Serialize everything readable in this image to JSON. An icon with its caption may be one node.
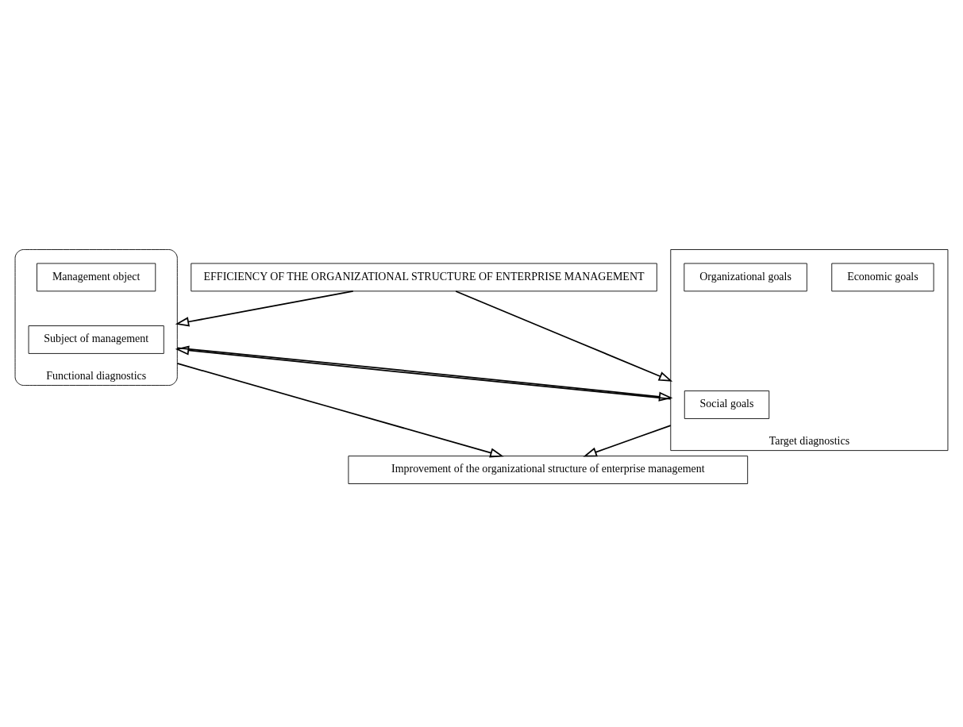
{
  "diagram": {
    "nodes": [
      {
        "text": [
          "EFFICIENCY OF THE ORGANIZATIONAL STRUCTURE OF ENTERPRISE MANAGEMENT"
        ]
      },
      {
        "text": [
          "Functional diagnostics"
        ]
      },
      {
        "text": [
          "Subject of management"
        ],
        "in": 1
      },
      {
        "text": [
          "Management object"
        ],
        "in": 1
      },
      {
        "text": [
          "Target diagnostics"
        ]
      },
      {
        "text": [
          "Social goals"
        ],
        "in": 4
      },
      {
        "text": [
          "Economic goals"
        ],
        "in": 4
      },
      {
        "text": [
          "Organizational goals"
        ],
        "in": 4
      },
      {
        "text": [
          "Improvement of the organizational structure of enterprise management"
        ]
      }
    ],
    "edges": [
      {
        "from": 0,
        "to": 1,
        "arrow": "to"
      },
      {
        "from": 0,
        "to": 4,
        "arrow": "to"
      },
      {
        "from": 1,
        "to": 4,
        "arrow": "to"
      },
      {
        "from": 4,
        "to": 1,
        "arrow": "to"
      },
      {
        "from": 1,
        "to": 8,
        "arrow": "to"
      },
      {
        "from": 4,
        "to": 8,
        "arrow": "to"
      }
    ]
  }
}
